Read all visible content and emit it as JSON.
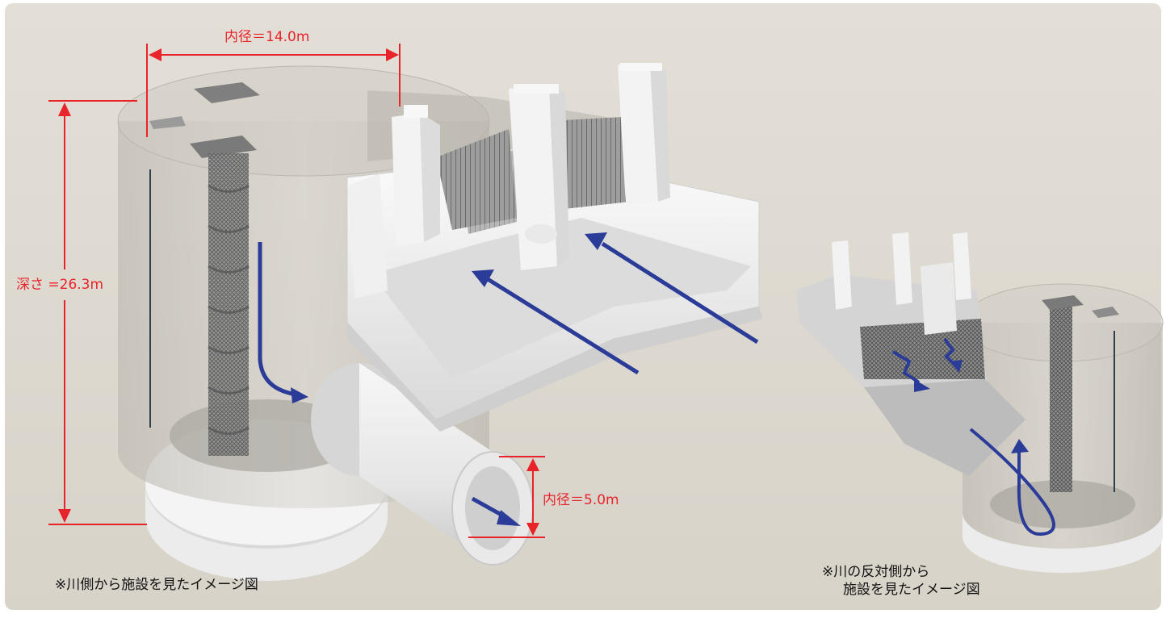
{
  "labels": {
    "top_diameter": "内径＝14.0m",
    "depth": "深さ =26.3m",
    "pipe_diameter": "内径＝5.0m"
  },
  "captions": {
    "left": "※川側から施設を見たイメージ図",
    "right_line1": "※川の反対側から",
    "right_line2": "施設を見たイメージ図"
  },
  "colors": {
    "background": "#ddd8cf",
    "dimension": "#e8242b",
    "flow_arrow": "#2b3b98",
    "structure": "#f1f1f1",
    "shaft_glass": "#c9c6bf"
  }
}
